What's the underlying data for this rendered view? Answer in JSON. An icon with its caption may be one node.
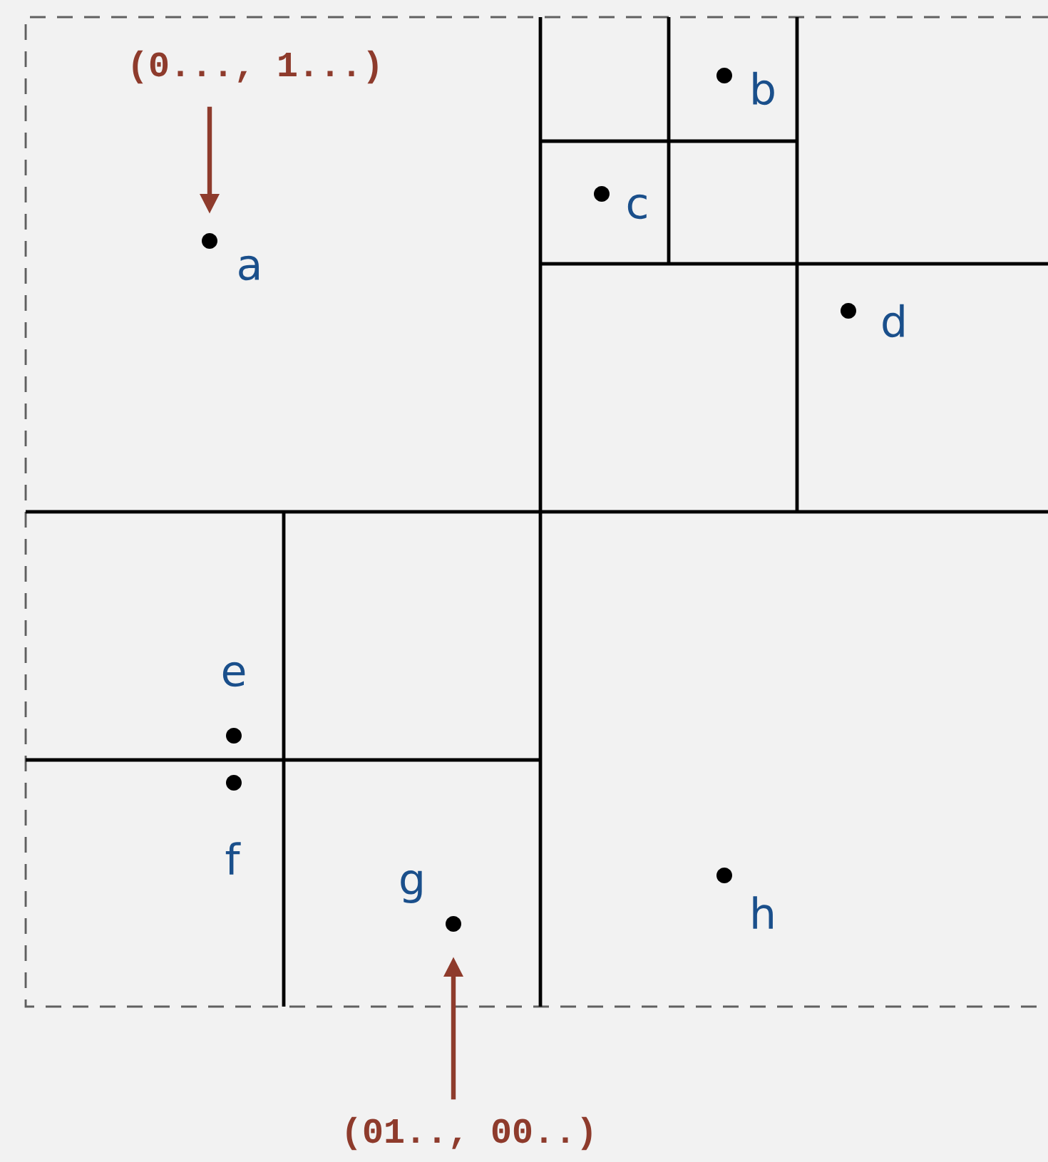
{
  "diagram": {
    "nodes": [
      {
        "text": [
          "(0..., 1...)"
        ]
      },
      {
        "text": [],
        "shape": "circle",
        "beside": [
          "b"
        ]
      },
      {
        "text": [],
        "shape": "circle",
        "beside": [
          "c"
        ]
      },
      {
        "text": [],
        "shape": "circle",
        "beside": [
          "a"
        ]
      },
      {
        "text": [],
        "shape": "circle",
        "beside": [
          "d"
        ]
      },
      {
        "text": [],
        "shape": "circle",
        "beside": [
          "e"
        ]
      },
      {
        "text": [],
        "shape": "circle",
        "beside": [
          "f"
        ]
      },
      {
        "text": [],
        "shape": "circle",
        "beside": [
          "h"
        ]
      },
      {
        "text": [],
        "shape": "circle",
        "beside": [
          "g"
        ]
      },
      {
        "text": [
          "(01.., 00..)"
        ]
      }
    ],
    "edges": [
      {
        "from": 0,
        "to": 3,
        "arrow": "to"
      },
      {
        "from": 9,
        "to": 8,
        "arrow": "to"
      }
    ]
  }
}
